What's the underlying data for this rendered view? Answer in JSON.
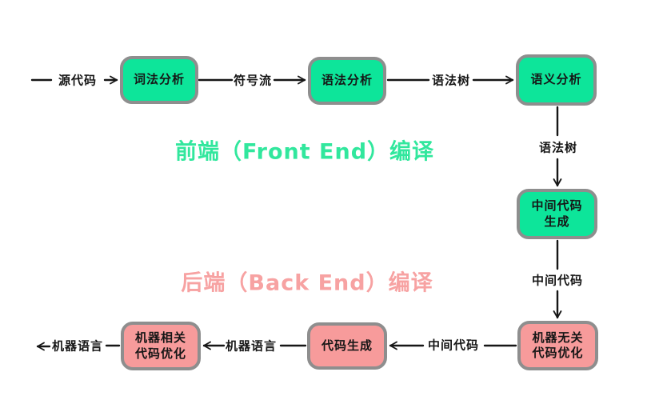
{
  "diagram": {
    "sections": {
      "front_end_title": "前端（Front End）编译",
      "back_end_title": "后端（Back End）编译"
    },
    "colors": {
      "node_green": "#0DE59A",
      "node_pink": "#F79B9B",
      "node_border": "#8E8E8E",
      "front_title": "#31E79D",
      "back_title": "#F7A2A2",
      "line": "#161616"
    },
    "nodes": {
      "lexical": {
        "lines": [
          "词法分析"
        ]
      },
      "syntax": {
        "lines": [
          "语法分析"
        ]
      },
      "semantic": {
        "lines": [
          "语义分析"
        ]
      },
      "ir_gen": {
        "lines": [
          "中间代码",
          "生成"
        ]
      },
      "machine_independent_opt": {
        "lines": [
          "机器无关",
          "代码优化"
        ]
      },
      "code_gen": {
        "lines": [
          "代码生成"
        ]
      },
      "machine_dependent_opt": {
        "lines": [
          "机器相关",
          "代码优化"
        ]
      }
    },
    "edge_labels": {
      "source_code": "源代码",
      "token_stream": "符号流",
      "syntax_tree_top": "语法树",
      "syntax_tree_right": "语法树",
      "intermediate_code_right": "中间代码",
      "intermediate_code_bottom": "中间代码",
      "machine_language_mid": "机器语言",
      "machine_language_out": "机器语言"
    }
  }
}
